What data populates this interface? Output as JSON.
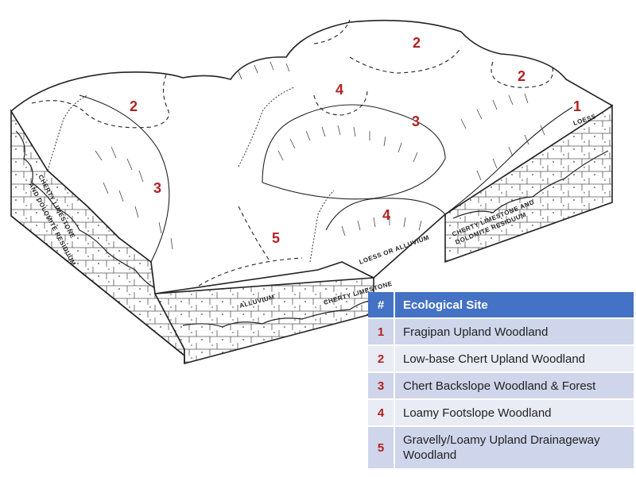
{
  "figure": {
    "zone_numbers": [
      "2",
      "2",
      "2",
      "1",
      "4",
      "3",
      "3",
      "4",
      "5"
    ],
    "geo_labels": {
      "loess_top": "LOESS",
      "cherty_left_1": "CHERTY LIMESTONE",
      "cherty_left_2": "AND DOLOMITE RESIDUUM",
      "cherty_right_1": "CHERTY LIMESTONE AND",
      "cherty_right_2": "DOLOMITE RESIDUUM",
      "loess_or_alluvium": "LOESS OR ALLUVIUM",
      "alluvium": "ALLUVIUM",
      "cherty_limestone": "CHERTY LIMESTONE"
    }
  },
  "legend": {
    "header_num": "#",
    "header_site": "Ecological Site",
    "rows": [
      {
        "num": "1",
        "site": "Fragipan Upland Woodland"
      },
      {
        "num": "2",
        "site": "Low-base Chert Upland Woodland"
      },
      {
        "num": "3",
        "site": "Chert Backslope Woodland & Forest"
      },
      {
        "num": "4",
        "site": "Loamy Footslope Woodland"
      },
      {
        "num": "5",
        "site": "Gravelly/Loamy Upland Drainageway Woodland"
      }
    ]
  },
  "colors": {
    "legend_header": "#4472c4",
    "legend_row_dark": "#cfd5ea",
    "legend_row_light": "#e9ebf5",
    "zone_number": "#b22222"
  }
}
